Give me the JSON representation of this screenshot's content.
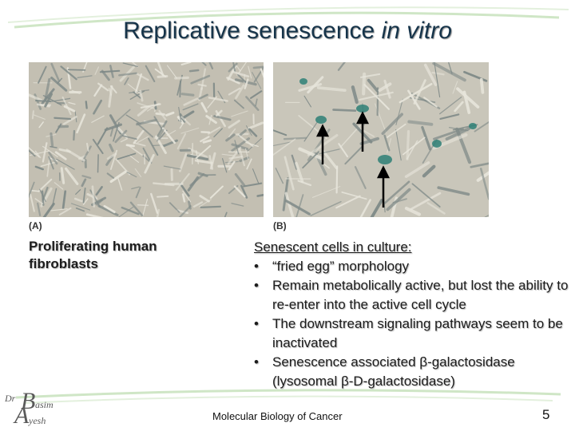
{
  "slide": {
    "title_plain": "Replicative senescence ",
    "title_italic": "in vitro",
    "panel_a_label": "(A)",
    "panel_b_label": "(B)",
    "left_caption": "Proliferating human fibroblasts",
    "right_heading": "Senescent cells in culture:",
    "bullets": [
      "“fried egg” morphology",
      "Remain metabolically active, but lost the ability to re-enter into the active cell cycle",
      "The downstream signaling pathways seem to be inactivated",
      "Senescence associated β-galactosidase (lysosomal β-D-galactosidase)"
    ],
    "footer": "Molecular Biology of Cancer",
    "slide_number": "5"
  },
  "logo": {
    "letters": [
      "Dr",
      "B",
      "asim",
      "A",
      "yesh"
    ]
  },
  "colors": {
    "title": "#16344a",
    "micrograph_bg": "#c3bfb2",
    "stain": "#2f7f77",
    "frame": "#c9e3c0"
  }
}
